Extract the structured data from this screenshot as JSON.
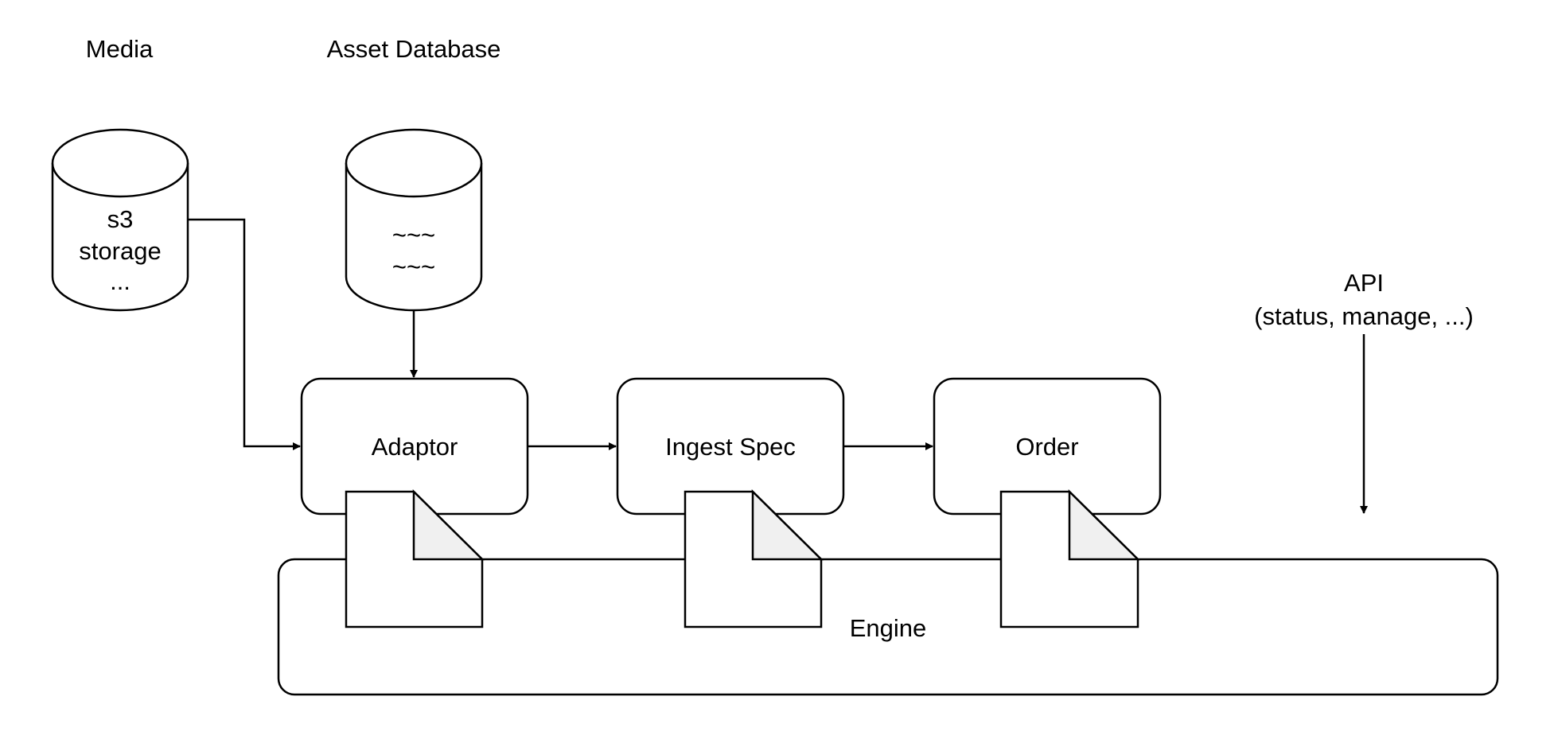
{
  "headers": {
    "media": "Media",
    "asset_database": "Asset Database"
  },
  "storage": {
    "line1": "s3",
    "line2": "storage",
    "line3": "..."
  },
  "database": {
    "line1": "~~~",
    "line2": "~~~"
  },
  "nodes": {
    "adaptor": "Adaptor",
    "ingest_spec": "Ingest Spec",
    "order": "Order",
    "engine": "Engine"
  },
  "api": {
    "line1": "API",
    "line2": "(status, manage, ...)"
  },
  "colors": {
    "stroke": "#000000",
    "fill": "#ffffff",
    "doc_fold": "#f0f0f0"
  }
}
